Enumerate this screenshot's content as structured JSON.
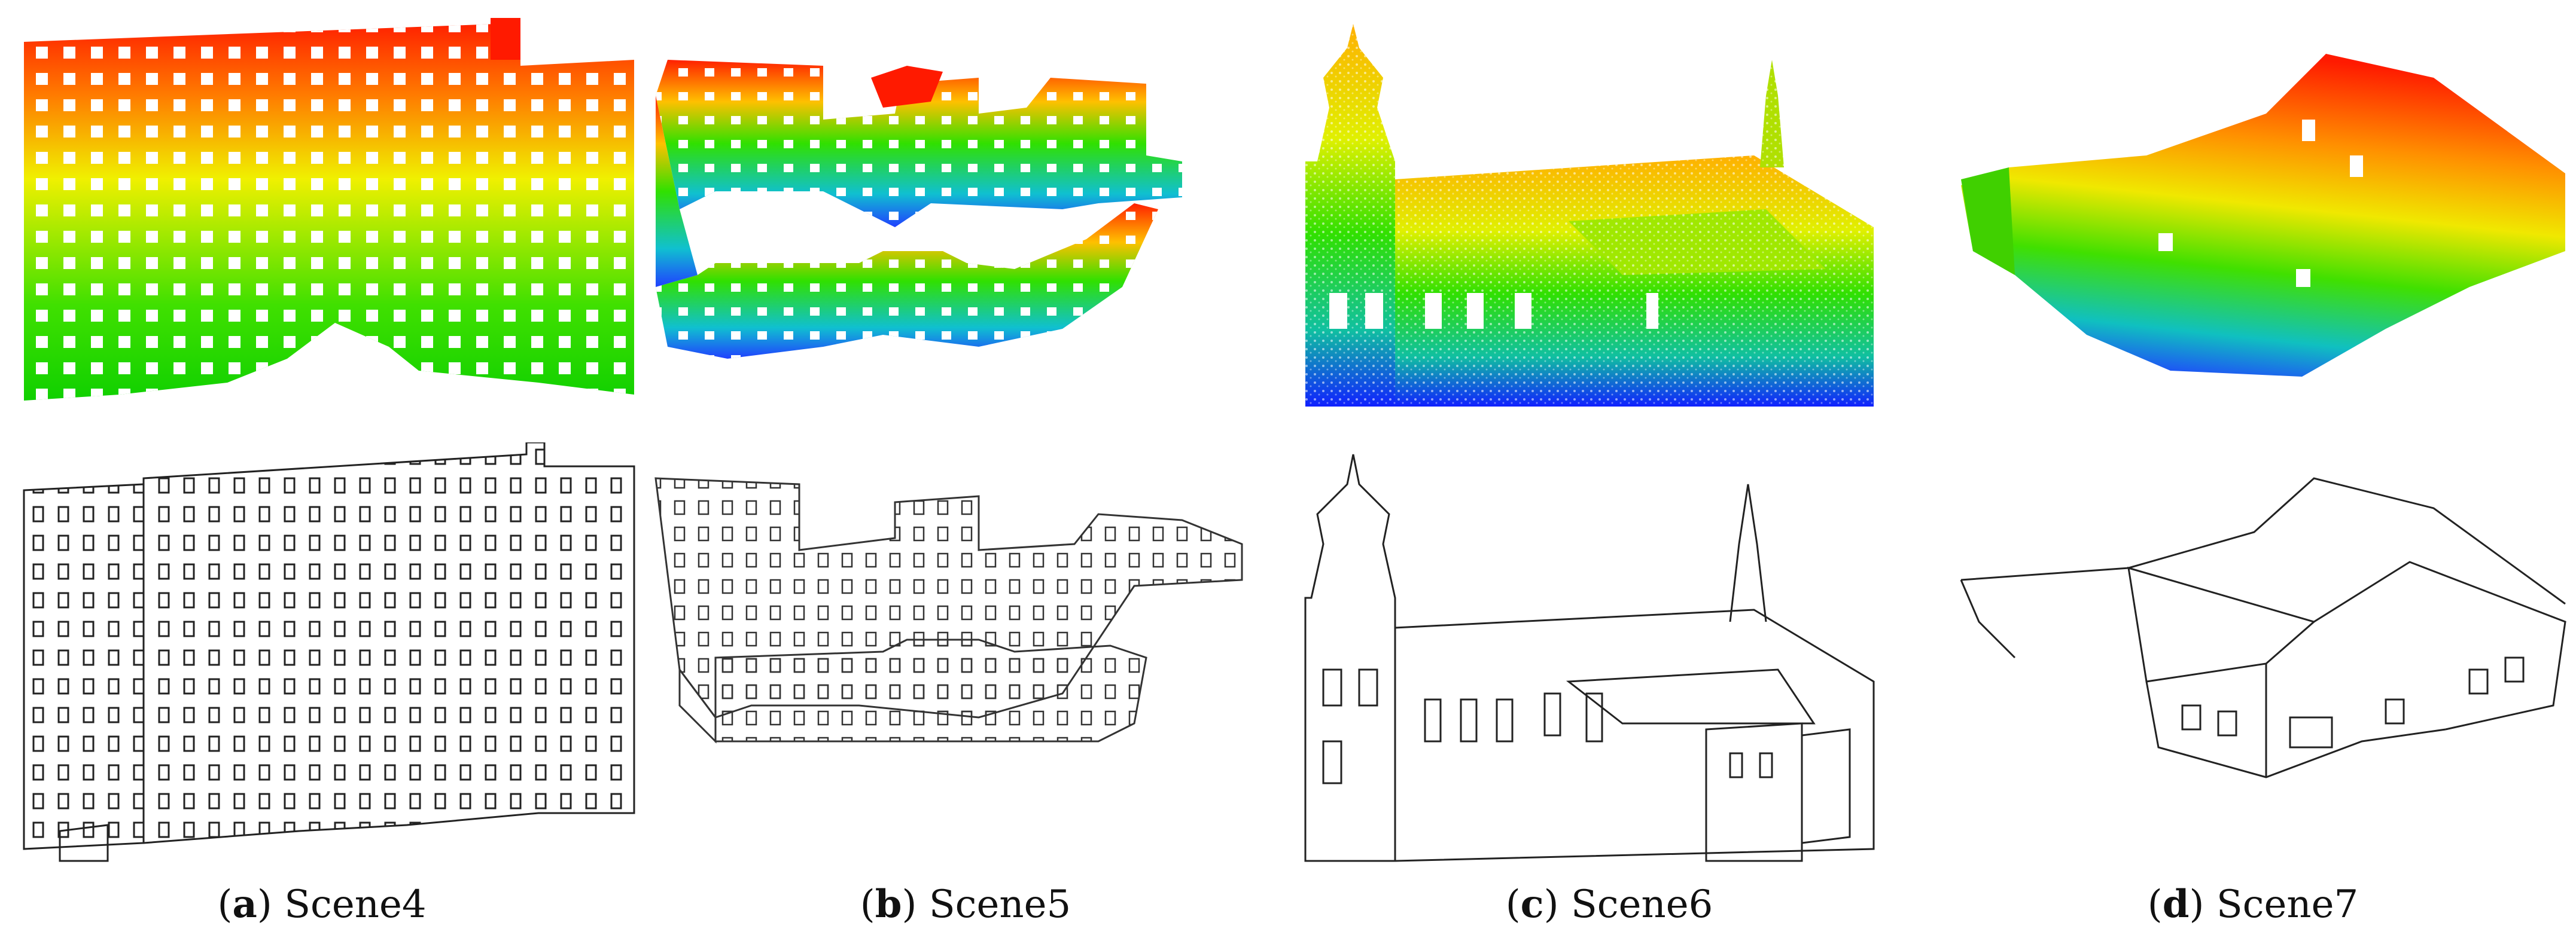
{
  "figure": {
    "panels": [
      {
        "letter": "a",
        "open": "(",
        "close": ")",
        "scene": "Scene4"
      },
      {
        "letter": "b",
        "open": "(",
        "close": ")",
        "scene": "Scene5"
      },
      {
        "letter": "c",
        "open": "(",
        "close": ")",
        "scene": "Scene6"
      },
      {
        "letter": "d",
        "open": "(",
        "close": ")",
        "scene": "Scene7"
      }
    ],
    "colors": {
      "height_high": "#ff1a00",
      "height_upper": "#ffa000",
      "height_mid": "#f0f000",
      "height_lower": "#30e000",
      "height_low": "#0030ff",
      "line_drawing": "#222222"
    },
    "icons": [
      "pointcloud-image",
      "edge-line-drawing"
    ]
  }
}
